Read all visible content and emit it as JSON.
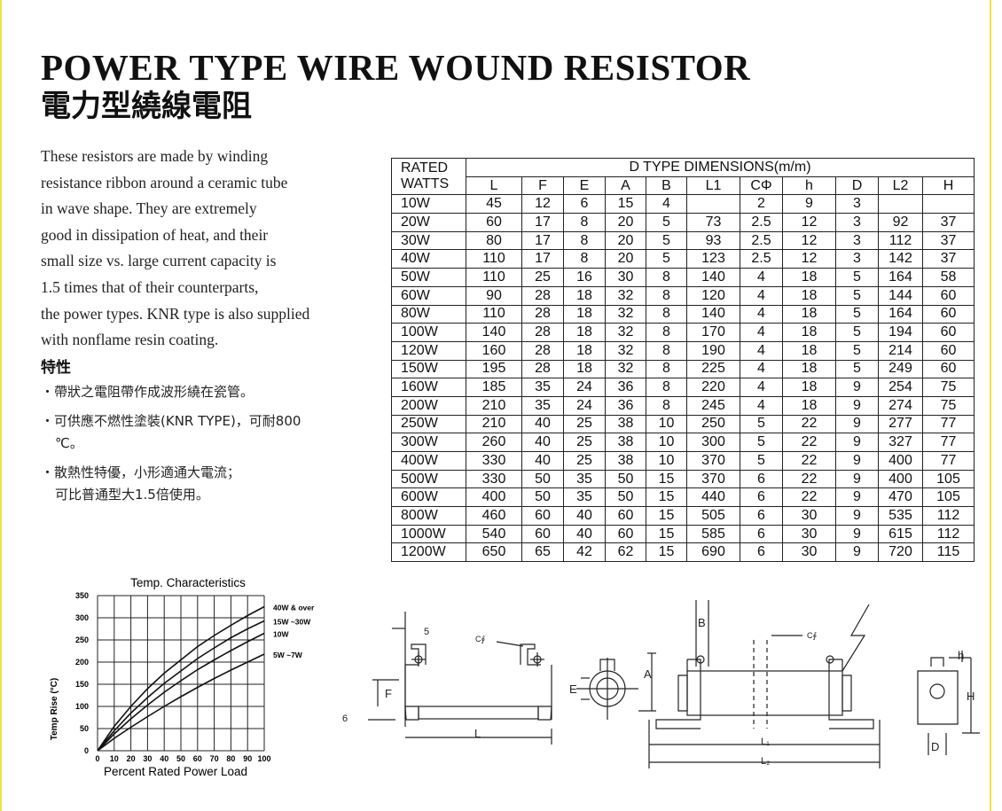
{
  "title_en": "POWER TYPE WIRE WOUND RESISTOR",
  "title_zh": "電力型繞線電阻",
  "intro_lines": [
    "These resistors are made by winding",
    "resistance ribbon around a ceramic tube",
    "in wave shape. They are extremely",
    "good in dissipation of heat, and their",
    "small size vs. large current capacity is",
    "1.5 times that of their counterparts,",
    "the power types. KNR type is also supplied",
    "with nonflame resin coating."
  ],
  "features_title": "特性",
  "features": [
    "・帶狀之電阻帶作成波形繞在瓷管。",
    "・可供應不燃性塗裝(KNR TYPE)，可耐800",
    "℃。",
    "・散熱性特優，小形適通大電流；",
    "可比普通型大1.5倍使用。"
  ],
  "table": {
    "rated_label_1": "RATED",
    "rated_label_2": "WATTS",
    "group_header": "D TYPE DIMENSIONS(m/m)",
    "columns": [
      "L",
      "F",
      "E",
      "A",
      "B",
      "L1",
      "CΦ",
      "h",
      "D",
      "L2",
      "H"
    ],
    "rows": [
      [
        "10W",
        "45",
        "12",
        "6",
        "15",
        "4",
        "",
        "2",
        "9",
        "3",
        "",
        ""
      ],
      [
        "20W",
        "60",
        "17",
        "8",
        "20",
        "5",
        "73",
        "2.5",
        "12",
        "3",
        "92",
        "37"
      ],
      [
        "30W",
        "80",
        "17",
        "8",
        "20",
        "5",
        "93",
        "2.5",
        "12",
        "3",
        "112",
        "37"
      ],
      [
        "40W",
        "110",
        "17",
        "8",
        "20",
        "5",
        "123",
        "2.5",
        "12",
        "3",
        "142",
        "37"
      ],
      [
        "50W",
        "110",
        "25",
        "16",
        "30",
        "8",
        "140",
        "4",
        "18",
        "5",
        "164",
        "58"
      ],
      [
        "60W",
        "90",
        "28",
        "18",
        "32",
        "8",
        "120",
        "4",
        "18",
        "5",
        "144",
        "60"
      ],
      [
        "80W",
        "110",
        "28",
        "18",
        "32",
        "8",
        "140",
        "4",
        "18",
        "5",
        "164",
        "60"
      ],
      [
        "100W",
        "140",
        "28",
        "18",
        "32",
        "8",
        "170",
        "4",
        "18",
        "5",
        "194",
        "60"
      ],
      [
        "120W",
        "160",
        "28",
        "18",
        "32",
        "8",
        "190",
        "4",
        "18",
        "5",
        "214",
        "60"
      ],
      [
        "150W",
        "195",
        "28",
        "18",
        "32",
        "8",
        "225",
        "4",
        "18",
        "5",
        "249",
        "60"
      ],
      [
        "160W",
        "185",
        "35",
        "24",
        "36",
        "8",
        "220",
        "4",
        "18",
        "9",
        "254",
        "75"
      ],
      [
        "200W",
        "210",
        "35",
        "24",
        "36",
        "8",
        "245",
        "4",
        "18",
        "9",
        "274",
        "75"
      ],
      [
        "250W",
        "210",
        "40",
        "25",
        "38",
        "10",
        "250",
        "5",
        "22",
        "9",
        "277",
        "77"
      ],
      [
        "300W",
        "260",
        "40",
        "25",
        "38",
        "10",
        "300",
        "5",
        "22",
        "9",
        "327",
        "77"
      ],
      [
        "400W",
        "330",
        "40",
        "25",
        "38",
        "10",
        "370",
        "5",
        "22",
        "9",
        "400",
        "77"
      ],
      [
        "500W",
        "330",
        "50",
        "35",
        "50",
        "15",
        "370",
        "6",
        "22",
        "9",
        "400",
        "105"
      ],
      [
        "600W",
        "400",
        "50",
        "35",
        "50",
        "15",
        "440",
        "6",
        "22",
        "9",
        "470",
        "105"
      ],
      [
        "800W",
        "460",
        "60",
        "40",
        "60",
        "15",
        "505",
        "6",
        "30",
        "9",
        "535",
        "112"
      ],
      [
        "1000W",
        "540",
        "60",
        "40",
        "60",
        "15",
        "585",
        "6",
        "30",
        "9",
        "615",
        "112"
      ],
      [
        "1200W",
        "650",
        "65",
        "42",
        "62",
        "15",
        "690",
        "6",
        "30",
        "9",
        "720",
        "115"
      ]
    ]
  },
  "chart_data": {
    "type": "line",
    "title": "Temp. Characteristics",
    "xlabel": "Percent Rated Power Load",
    "ylabel": "Temp Rise (°C)",
    "x_ticks": [
      "0",
      "10",
      "20",
      "30",
      "40",
      "50",
      "60",
      "70",
      "80",
      "90",
      "100"
    ],
    "y_ticks": [
      "0",
      "50",
      "100",
      "150",
      "200",
      "250",
      "300",
      "350"
    ],
    "xlim": [
      0,
      100
    ],
    "ylim": [
      0,
      350
    ],
    "grid": true,
    "series": [
      {
        "name": "40W & over",
        "x": [
          0,
          10,
          20,
          30,
          40,
          50,
          60,
          70,
          80,
          90,
          100
        ],
        "y": [
          0,
          55,
          100,
          140,
          175,
          205,
          235,
          260,
          283,
          305,
          325
        ]
      },
      {
        "name": "15W ~30W",
        "x": [
          0,
          10,
          20,
          30,
          40,
          50,
          60,
          70,
          80,
          90,
          100
        ],
        "y": [
          0,
          45,
          85,
          120,
          152,
          180,
          208,
          232,
          255,
          275,
          293
        ]
      },
      {
        "name": "10W",
        "x": [
          0,
          10,
          20,
          30,
          40,
          50,
          60,
          70,
          80,
          90,
          100
        ],
        "y": [
          0,
          38,
          72,
          103,
          132,
          158,
          183,
          205,
          226,
          246,
          265
        ]
      },
      {
        "name": "5W ~7W",
        "x": [
          0,
          10,
          20,
          30,
          40,
          50,
          60,
          70,
          80,
          90,
          100
        ],
        "y": [
          0,
          28,
          53,
          77,
          100,
          122,
          143,
          163,
          182,
          200,
          218
        ]
      }
    ]
  },
  "drawing_labels": {
    "left_top": "5",
    "c_phi_1": "C∮",
    "f": "F",
    "gap_6": "6",
    "l": "L",
    "e": "E",
    "a": "A",
    "b": "B",
    "c_phi_2": "C∮",
    "l1": "L₁",
    "l2": "L₂",
    "h_small": "h",
    "h_big": "H",
    "d": "D"
  }
}
